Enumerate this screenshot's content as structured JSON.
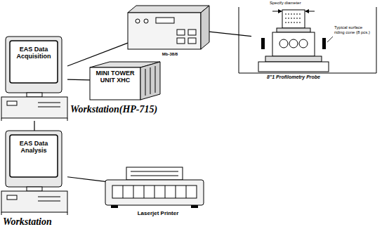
{
  "diagram": {
    "nodes": [
      {
        "text": [
          "Mb-38/8"
        ]
      },
      {
        "text": [
          "8\"1 Profilometry Probe"
        ]
      },
      {
        "text": [
          "EAS Data Acquisition",
          "Workstation(HP-715)"
        ]
      },
      {
        "text": [
          "MINI TOWER UNIT XHC"
        ]
      },
      {
        "text": [
          "EAS Data Analysis",
          "Workstation"
        ]
      },
      {
        "text": [
          "Laserjet Printer"
        ]
      }
    ],
    "edges": [
      {
        "from": 2,
        "to": 0,
        "arrow": "none"
      },
      {
        "from": 0,
        "to": 1,
        "arrow": "none"
      },
      {
        "from": 2,
        "to": 3,
        "arrow": "none"
      },
      {
        "from": 2,
        "to": 4,
        "arrow": "none"
      },
      {
        "from": 4,
        "to": 5,
        "arrow": "none"
      }
    ],
    "labels": [
      "Specify diameter",
      "Typical surface riding cone (8 pcs.)"
    ]
  }
}
